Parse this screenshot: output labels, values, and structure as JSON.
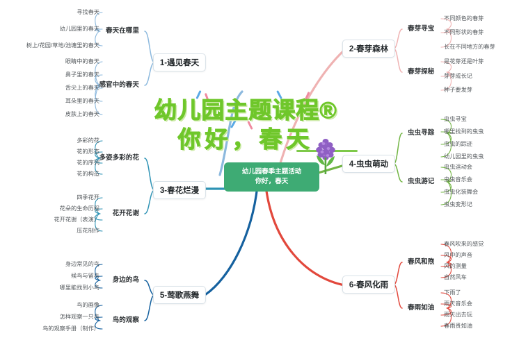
{
  "meta": {
    "doc_type": "mind-map",
    "title_main": "幼儿园主题课程®",
    "title_sub": "你好，春天"
  },
  "center": {
    "line1": "幼儿园春季主题活动",
    "line2": "你好，春天",
    "bg_color": "#3eab74",
    "flower_icon": "hyacinth-icon"
  },
  "colors": {
    "branch1": "#8cb9de",
    "branch2": "#efb2b2",
    "branch3": "#2e93b5",
    "branch4": "#72b544",
    "branch5": "#15619f",
    "branch6": "#e2483c",
    "title_green": "#6fc72b",
    "leaf_text": "#555a5e"
  },
  "branches": [
    {
      "id": "branch-1",
      "label": "1-遇见春天",
      "color": "#8cb9de",
      "side": "left",
      "groups": [
        {
          "label": "春天在哪里",
          "items": [
            "寻找春天",
            "幼儿园里的春天",
            "树上/花园/草地/池塘里的春天"
          ]
        },
        {
          "label": "感官中的春天",
          "items": [
            "眼睛中的春天",
            "鼻子里的春天",
            "舌尖上的春天",
            "耳朵里的春天",
            "皮肤上的春天"
          ]
        }
      ]
    },
    {
      "id": "branch-2",
      "label": "2-春芽森林",
      "color": "#efb2b2",
      "side": "right",
      "groups": [
        {
          "label": "春芽寻宝",
          "items": [
            "不同颜色的春芽",
            "不同形状的春芽",
            "长在不同地方的春芽"
          ]
        },
        {
          "label": "春芽探秘",
          "items": [
            "是花芽还是叶芽",
            "芽芽成长记",
            "种子要发芽"
          ]
        }
      ]
    },
    {
      "id": "branch-3",
      "label": "3-春花烂漫",
      "color": "#2e93b5",
      "side": "left",
      "groups": [
        {
          "label": "多姿多彩的花",
          "items": [
            "多彩的花",
            "花的形态",
            "花的序列",
            "花的构造"
          ]
        },
        {
          "label": "花开花谢",
          "items": [
            "四季花开",
            "花朵的生命历程",
            "花开花谢（表演）",
            "压花制作"
          ]
        }
      ]
    },
    {
      "id": "branch-4",
      "label": "4-虫虫萌动",
      "color": "#72b544",
      "side": "right",
      "groups": [
        {
          "label": "虫虫寻踪",
          "items": [
            "虫虫寻宝",
            "哪里找到的虫虫",
            "虫虫的踪迹",
            "幼儿园里的虫虫"
          ]
        },
        {
          "label": "虫虫游记",
          "items": [
            "虫虫运动会",
            "虫虫音乐会",
            "虫虫化装舞会",
            "虫虫变形记"
          ]
        }
      ]
    },
    {
      "id": "branch-5",
      "label": "5-莺歌燕舞",
      "color": "#15619f",
      "side": "left",
      "groups": [
        {
          "label": "身边的鸟",
          "items": [
            "身边常见的鸟",
            "候鸟与留鸟",
            "哪里能找到小鸟"
          ]
        },
        {
          "label": "鸟的观察",
          "items": [
            "鸟的画像",
            "怎样观察一只鸟",
            "鸟的观察手册（制作）"
          ]
        }
      ]
    },
    {
      "id": "branch-6",
      "label": "6-春风化雨",
      "color": "#e2483c",
      "side": "right",
      "groups": [
        {
          "label": "春风和煦",
          "items": [
            "春风吹来的感觉",
            "风中的声音",
            "风的测量",
            "自然风车"
          ]
        },
        {
          "label": "春雨如油",
          "items": [
            "下雨了",
            "雨天音乐会",
            "雨天出去玩",
            "春雨贵如油"
          ]
        }
      ]
    }
  ]
}
